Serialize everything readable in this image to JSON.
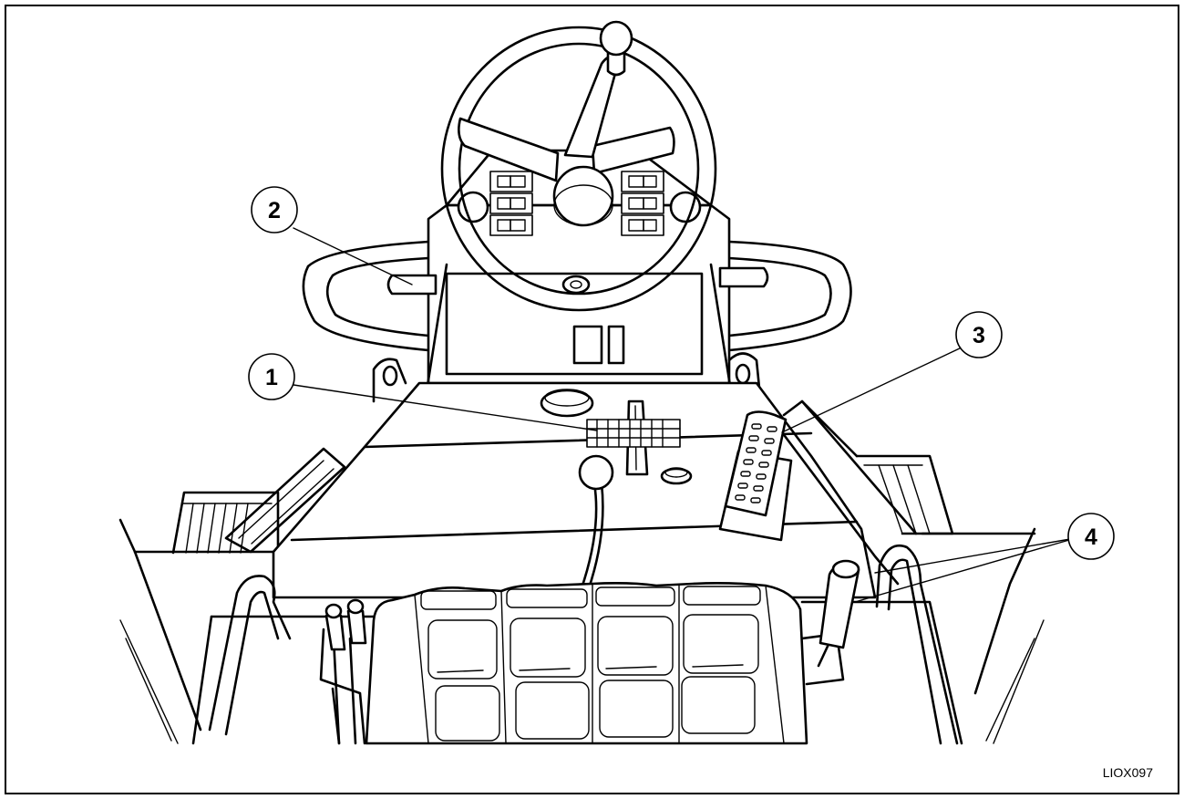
{
  "figure": {
    "reference_code": "LIOX097",
    "callouts": [
      {
        "id": "callout-1",
        "label": "1"
      },
      {
        "id": "callout-2",
        "label": "2"
      },
      {
        "id": "callout-3",
        "label": "3"
      },
      {
        "id": "callout-4",
        "label": "4"
      }
    ],
    "colors": {
      "line": "#000000",
      "background": "#ffffff"
    }
  }
}
